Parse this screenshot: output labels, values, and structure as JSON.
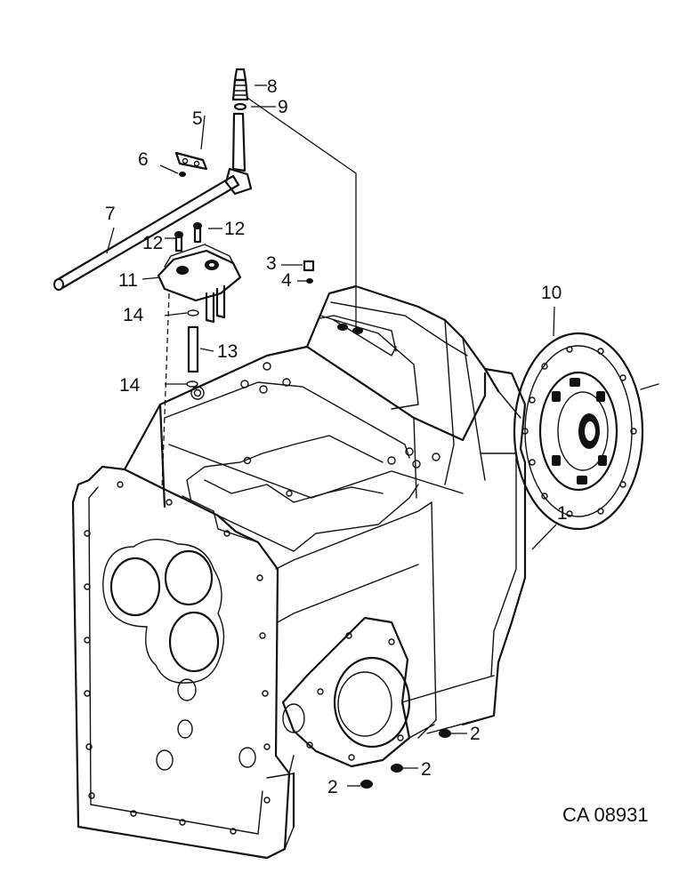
{
  "diagram": {
    "reference_code": "CA 08931",
    "callouts": {
      "c1": "1",
      "c2a": "2",
      "c2b": "2",
      "c2c": "2",
      "c3": "3",
      "c4": "4",
      "c5": "5",
      "c6": "6",
      "c7": "7",
      "c8": "8",
      "c9": "9",
      "c10": "10",
      "c11": "11",
      "c12a": "12",
      "c12b": "12",
      "c13": "13",
      "c14a": "14",
      "c14b": "14"
    }
  }
}
